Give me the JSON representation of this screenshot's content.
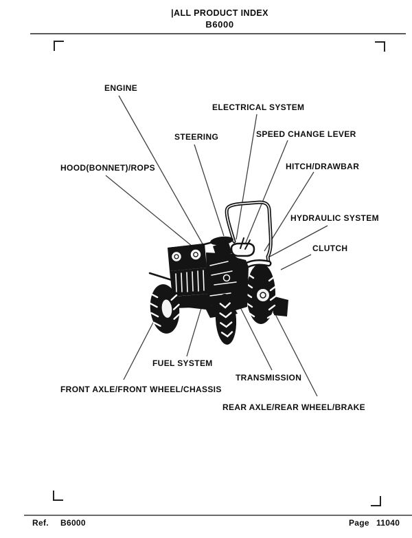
{
  "header": {
    "index_title": "|ALL PRODUCT INDEX",
    "model": "B6000"
  },
  "diagram": {
    "illustration": "kubota-b6000-tractor-line-art",
    "labels": [
      {
        "id": "engine",
        "text": "ENGINE"
      },
      {
        "id": "electrical-system",
        "text": "ELECTRICAL SYSTEM"
      },
      {
        "id": "steering",
        "text": "STEERING"
      },
      {
        "id": "speed-change-lever",
        "text": "SPEED CHANGE LEVER"
      },
      {
        "id": "hood-bonnet-rops",
        "text": "HOOD(BONNET)/ROPS"
      },
      {
        "id": "hitch-drawbar",
        "text": "HITCH/DRAWBAR"
      },
      {
        "id": "hydraulic-system",
        "text": "HYDRAULIC SYSTEM"
      },
      {
        "id": "clutch",
        "text": "CLUTCH"
      },
      {
        "id": "fuel-system",
        "text": "FUEL SYSTEM"
      },
      {
        "id": "front-axle-front-wheel-chassis",
        "text": "FRONT AXLE/FRONT WHEEL/CHASSIS"
      },
      {
        "id": "transmission",
        "text": "TRANSMISSION"
      },
      {
        "id": "rear-axle-rear-wheel-brake",
        "text": "REAR AXLE/REAR WHEEL/BRAKE"
      }
    ]
  },
  "footer": {
    "ref_label": "Ref.",
    "ref_value": "B6000",
    "page_label": "Page",
    "page_value": "11040"
  },
  "colors": {
    "ink": "#141414",
    "callout_line": "#3f3f3f",
    "rule": "#5a5a5a"
  }
}
